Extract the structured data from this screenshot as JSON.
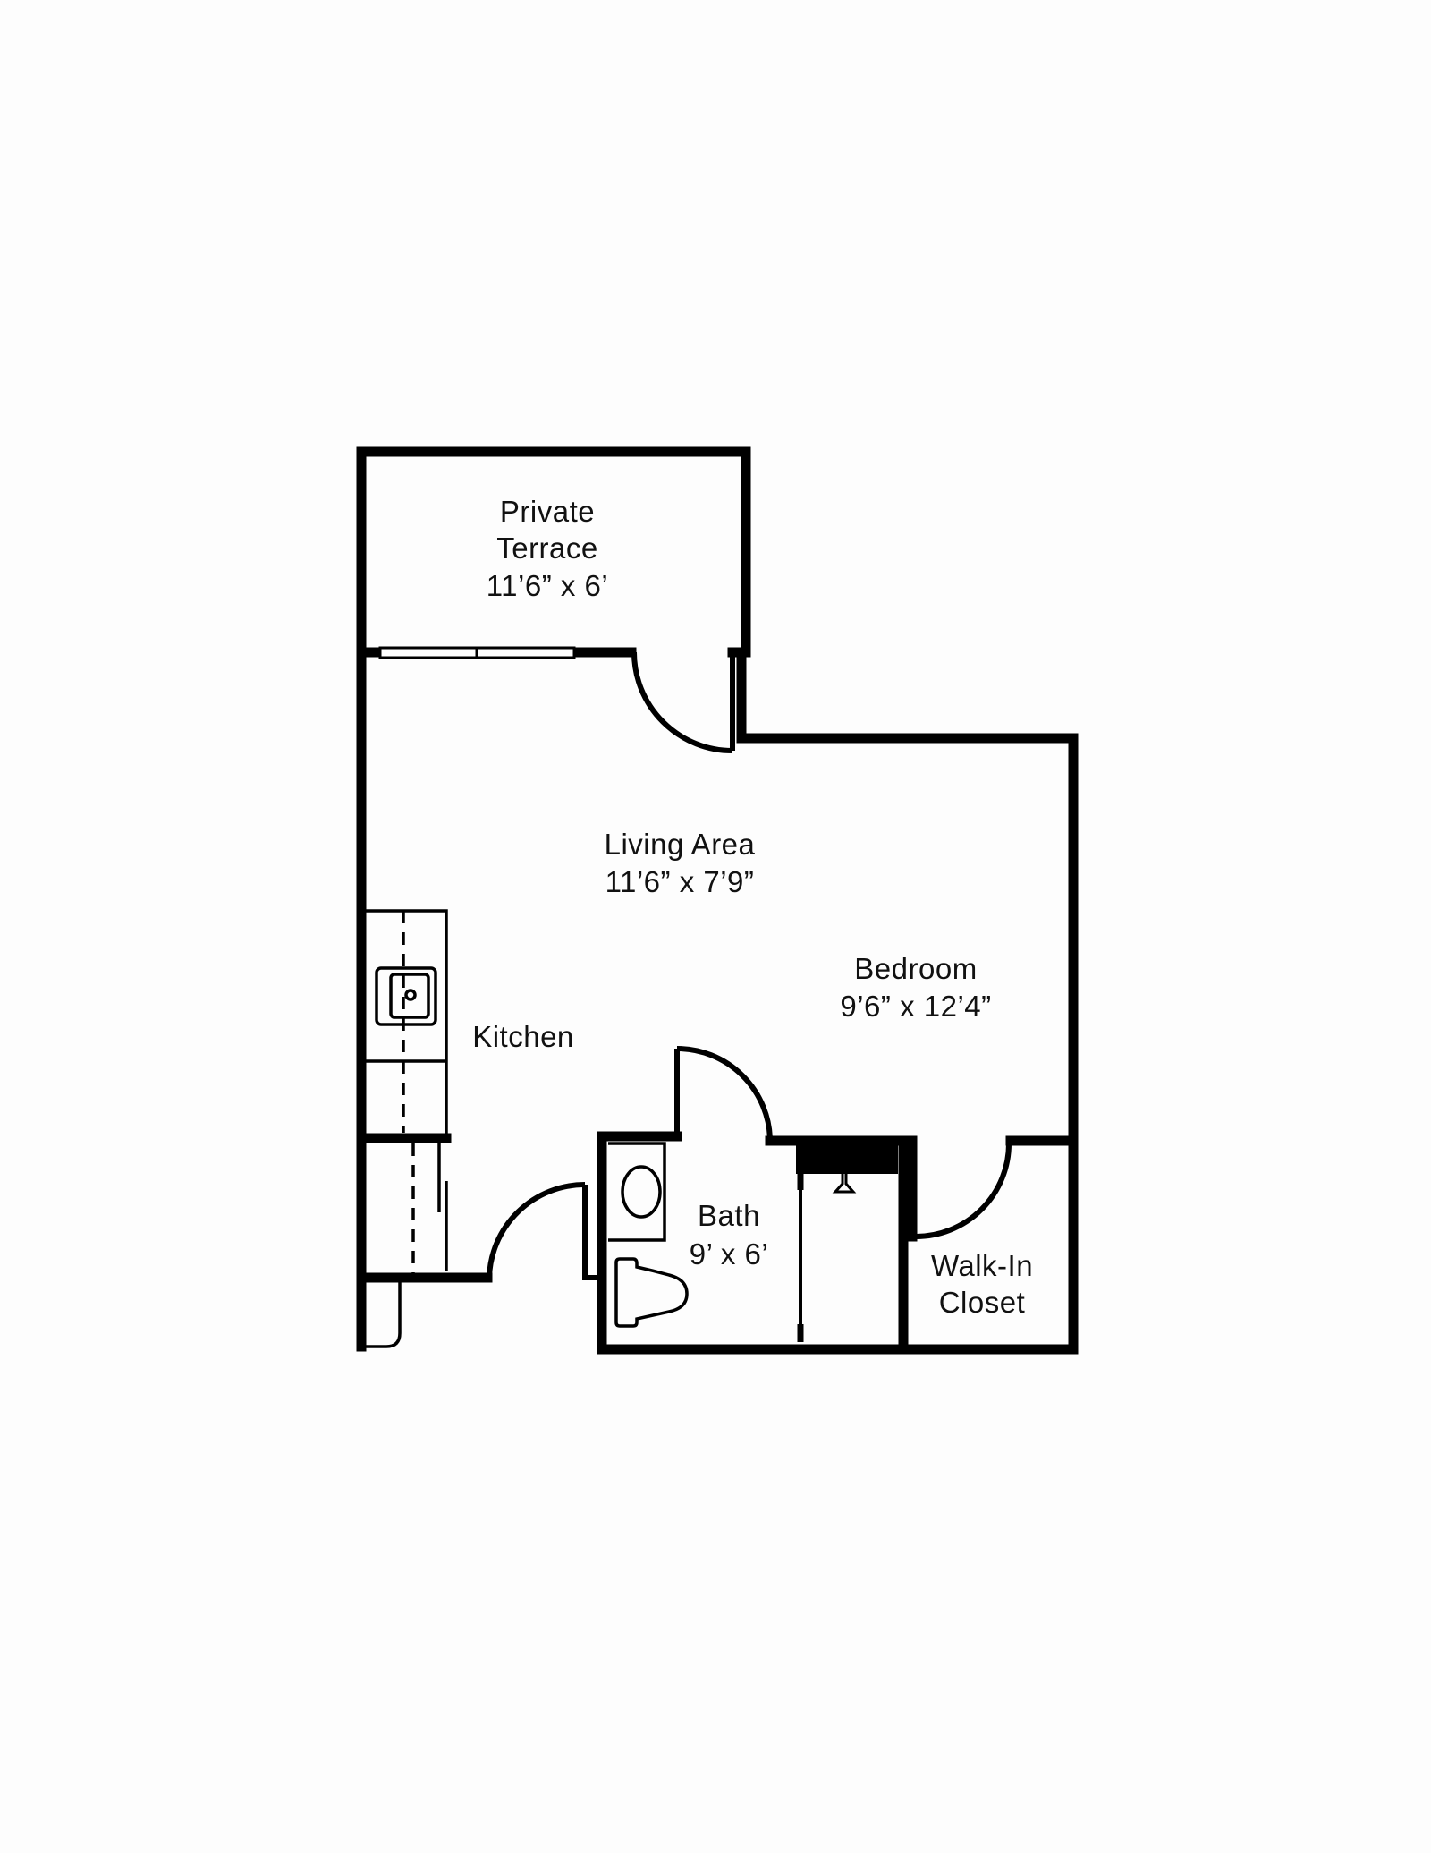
{
  "floor_plan": {
    "rooms": [
      {
        "id": "terrace",
        "name_lines": [
          "Private",
          "Terrace"
        ],
        "dimensions": "11’6” x 6’"
      },
      {
        "id": "living",
        "name_lines": [
          "Living Area"
        ],
        "dimensions": "11’6” x 7’9”"
      },
      {
        "id": "bedroom",
        "name_lines": [
          "Bedroom"
        ],
        "dimensions": "9’6” x 12’4”"
      },
      {
        "id": "kitchen",
        "name_lines": [
          "Kitchen"
        ],
        "dimensions": ""
      },
      {
        "id": "bath",
        "name_lines": [
          "Bath"
        ],
        "dimensions": "9’ x 6’"
      },
      {
        "id": "closet",
        "name_lines": [
          "Walk-In",
          "Closet"
        ],
        "dimensions": ""
      }
    ],
    "icons": [
      "sliding-door-icon",
      "door-swing-icon",
      "sink-icon",
      "toilet-icon",
      "bath-sink-icon",
      "shower-head-icon",
      "refrigerator-icon"
    ],
    "colors": {
      "wall": "#000000",
      "background": "#fdfdfd",
      "text": "#111111"
    }
  }
}
